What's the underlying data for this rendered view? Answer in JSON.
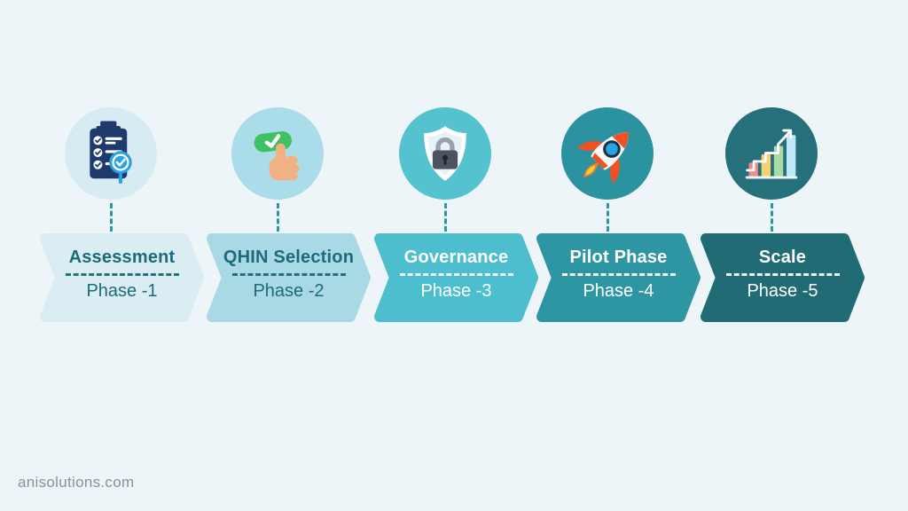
{
  "canvas": {
    "background_color": "#edf5f9"
  },
  "footer": {
    "website_label": "anisolutions.com",
    "text_color": "#8b919c"
  },
  "connector": {
    "color": "#2e96a3",
    "style": "dashed-vertical"
  },
  "phases": [
    {
      "title": "Assessment",
      "phase_label": "Phase -1",
      "arrow_color": "#d9edf3",
      "circle_color": "#d7ebf3",
      "text_color": "#1d6b7a",
      "icon": "clipboard-checklist-magnifier-icon"
    },
    {
      "title": "QHIN Selection",
      "phase_label": "Phase -2",
      "arrow_color": "#a9d9e5",
      "circle_color": "#abdcea",
      "text_color": "#1d6b7a",
      "icon": "hand-click-check-icon"
    },
    {
      "title": "Governance",
      "phase_label": "Phase -3",
      "arrow_color": "#4dbecd",
      "circle_color": "#55c2cf",
      "text_color": "#ffffff",
      "icon": "shield-lock-icon"
    },
    {
      "title": "Pilot Phase",
      "phase_label": "Phase -4",
      "arrow_color": "#2e96a3",
      "circle_color": "#2b93a0",
      "text_color": "#ffffff",
      "icon": "rocket-icon"
    },
    {
      "title": "Scale",
      "phase_label": "Phase -5",
      "arrow_color": "#216b75",
      "circle_color": "#26707b",
      "text_color": "#ffffff",
      "icon": "bar-chart-growth-icon"
    }
  ]
}
